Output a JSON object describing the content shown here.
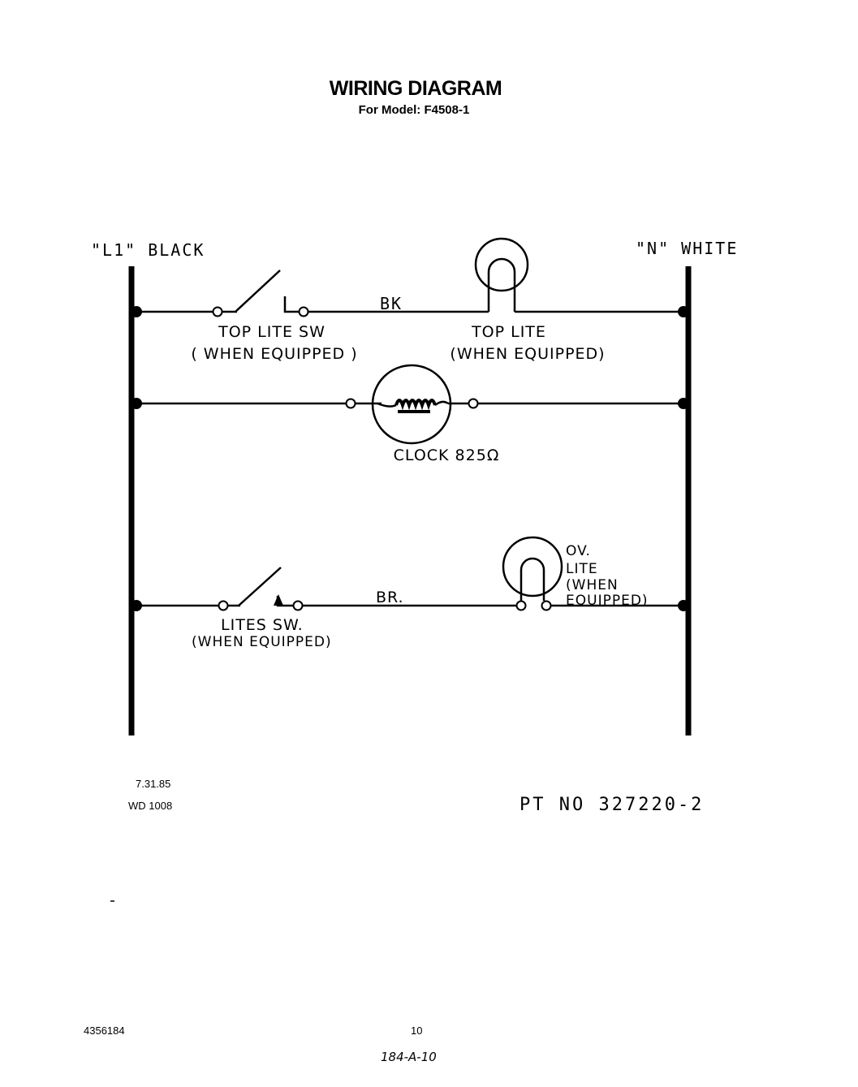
{
  "header": {
    "title": "WIRING DIAGRAM",
    "subtitle": "For Model: F4508-1"
  },
  "diagram": {
    "left_bus_label": "\"L1\" BLACK",
    "right_bus_label": "\"N\" WHITE",
    "row1": {
      "wire_label": "BK",
      "switch_label": "TOP LITE SW",
      "switch_note": "( WHEN EQUIPPED )",
      "lamp_label": "TOP LITE",
      "lamp_note": "(WHEN EQUIPPED)"
    },
    "row2": {
      "component_label": "CLOCK 825Ω"
    },
    "row3": {
      "wire_label": "BR.",
      "switch_label": "LITES SW.",
      "switch_note": "(WHEN EQUIPPED)",
      "lamp_label_1": "OV.",
      "lamp_label_2": "LITE",
      "lamp_label_3": "(WHEN",
      "lamp_label_4": "EQUIPPED)"
    }
  },
  "footer": {
    "date": "7.31.85",
    "wd_number": "WD 1008",
    "part_number": "PT NO 327220-2",
    "doc_number": "4356184",
    "page_number": "10",
    "handwritten_ref": "184-A-10"
  }
}
